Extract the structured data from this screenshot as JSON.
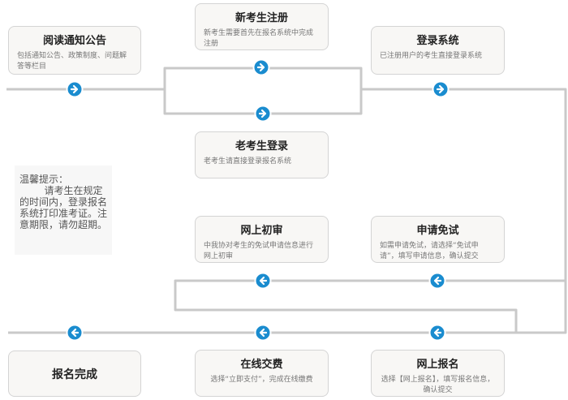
{
  "steps": {
    "read_notice": {
      "title": "阅读通知公告",
      "desc": "包括通知公告、政策制度、问题解答等栏目"
    },
    "new_register": {
      "title": "新考生注册",
      "desc": "新考生需要首先在报名系统中完成注册"
    },
    "login": {
      "title": "登录系统",
      "desc": "已注册用户的考生直接登录系统"
    },
    "old_login": {
      "title": "老考生登录",
      "desc": "老考生请直接登录报名系统"
    },
    "preliminary_review": {
      "title": "网上初审",
      "desc": "中我协对考生的免试申请信息进行网上初审"
    },
    "apply_exemption": {
      "title": "申请免试",
      "desc": "如需申请免试，请选择“免试申请”，填写申请信息，确认提交"
    },
    "registration_complete": {
      "title": "报名完成"
    },
    "online_payment": {
      "title": "在线交费",
      "desc": "选择“立即支付”，完成在线缴费"
    },
    "online_registration": {
      "title": "网上报名",
      "desc": "选择【网上报名】，填写报名信息，确认提交"
    }
  },
  "tip": {
    "text": "温馨提示：\n        请考生在规定的时间内，登录报名系统打印准考证。注意期限，请勿超期。"
  },
  "colors": {
    "line": "#c9c9c9",
    "arrow_circle": "#1a8ccf",
    "box_bg": "#f8f7f5",
    "box_border": "#d4d4d4"
  },
  "icons": {
    "arrow_right": "arrow-right-icon",
    "arrow_left": "arrow-left-icon"
  }
}
